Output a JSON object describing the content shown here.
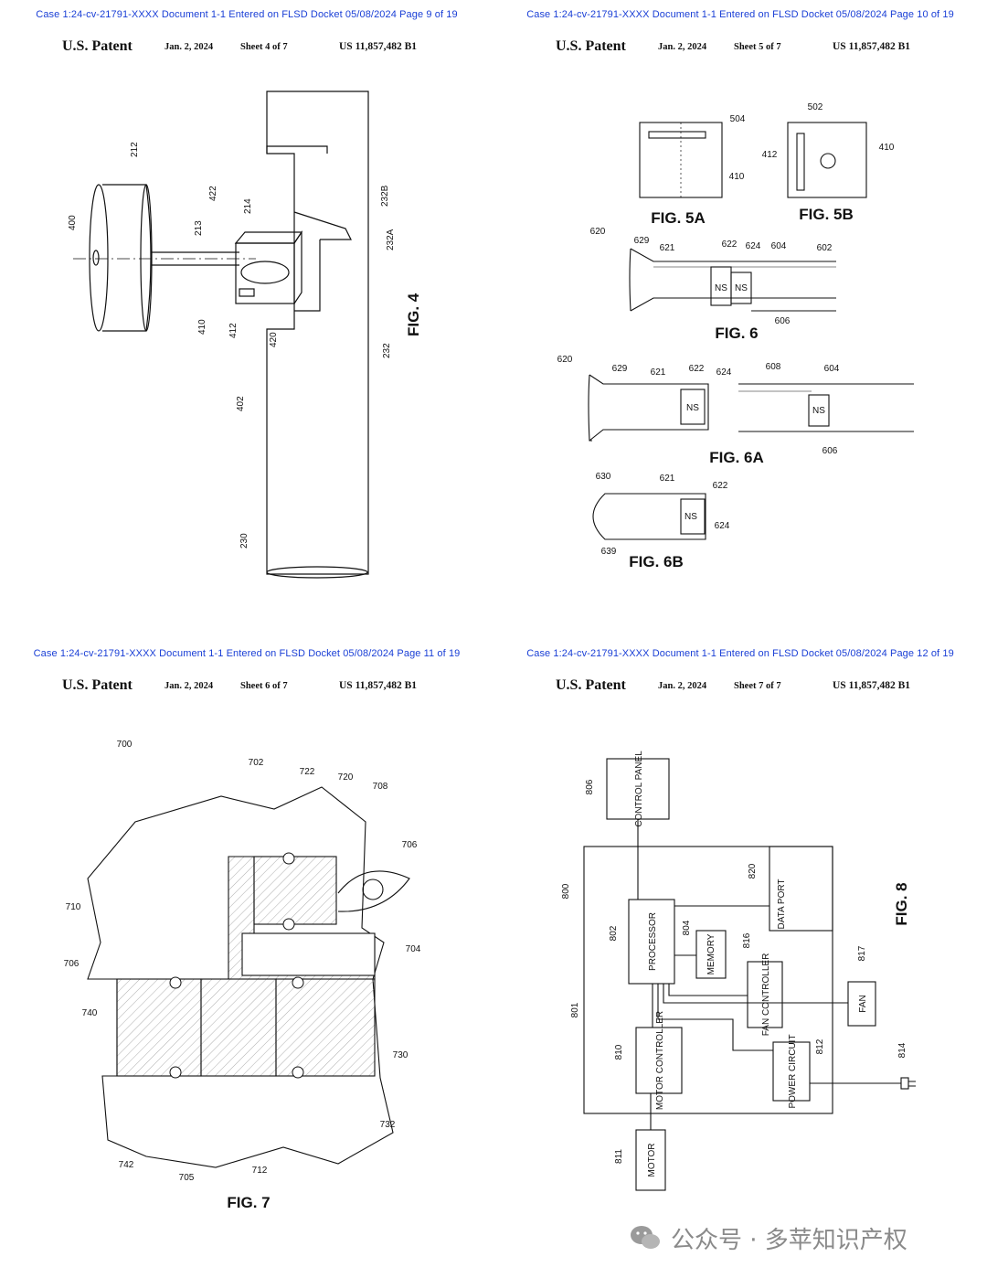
{
  "pages": [
    {
      "docket": "Case 1:24-cv-21791-XXXX   Document 1-1   Entered on FLSD Docket 05/08/2024   Page 9 of 19",
      "header": {
        "title": "U.S. Patent",
        "date": "Jan. 2, 2024",
        "sheet": "Sheet 4 of 7",
        "number": "US 11,857,482 B1"
      },
      "figure": "FIG. 4",
      "labels": [
        "212",
        "400",
        "213",
        "422",
        "214",
        "232B",
        "232A",
        "410",
        "412",
        "420",
        "232",
        "402",
        "230"
      ]
    },
    {
      "docket": "Case 1:24-cv-21791-XXXX   Document 1-1   Entered on FLSD Docket 05/08/2024   Page 10 of 19",
      "header": {
        "title": "U.S. Patent",
        "date": "Jan. 2, 2024",
        "sheet": "Sheet 5 of 7",
        "number": "US 11,857,482 B1"
      },
      "figures": [
        "FIG. 5A",
        "FIG. 5B",
        "FIG. 6",
        "FIG. 6A",
        "FIG. 6B"
      ],
      "labels": {
        "f5a": [
          "504",
          "410"
        ],
        "f5b": [
          "502",
          "412",
          "410"
        ],
        "f6": [
          "620",
          "629",
          "621",
          "622",
          "624",
          "604",
          "602",
          "606",
          "NS",
          "NS"
        ],
        "f6a": [
          "620",
          "629",
          "621",
          "622",
          "624",
          "NS",
          "608",
          "604",
          "NS",
          "606"
        ],
        "f6b": [
          "630",
          "621",
          "622",
          "NS",
          "624",
          "639"
        ]
      }
    },
    {
      "docket": "Case 1:24-cv-21791-XXXX   Document 1-1   Entered on FLSD Docket 05/08/2024   Page 11 of 19",
      "header": {
        "title": "U.S. Patent",
        "date": "Jan. 2, 2024",
        "sheet": "Sheet 6 of 7",
        "number": "US 11,857,482 B1"
      },
      "figure": "FIG. 7",
      "labels": [
        "700",
        "702",
        "722",
        "720",
        "708",
        "706",
        "710",
        "704",
        "706",
        "740",
        "730",
        "742",
        "705",
        "712",
        "732"
      ]
    },
    {
      "docket": "Case 1:24-cv-21791-XXXX   Document 1-1   Entered on FLSD Docket 05/08/2024   Page 12 of 19",
      "header": {
        "title": "U.S. Patent",
        "date": "Jan. 2, 2024",
        "sheet": "Sheet 7 of 7",
        "number": "US 11,857,482 B1"
      },
      "figure": "FIG. 8",
      "blocks": {
        "control_panel": "CONTROL PANEL",
        "data_port": "DATA PORT",
        "processor": "PROCESSOR",
        "memory": "MEMORY",
        "fan_controller": "FAN CONTROLLER",
        "fan": "FAN",
        "motor_controller": "MOTOR CONTROLLER",
        "power_circuit": "POWER CIRCUIT",
        "motor": "MOTOR"
      },
      "labels": [
        "806",
        "820",
        "800",
        "802",
        "804",
        "816",
        "817",
        "801",
        "810",
        "812",
        "814",
        "811"
      ]
    }
  ],
  "watermark": "公众号 · 多苹知识产权"
}
